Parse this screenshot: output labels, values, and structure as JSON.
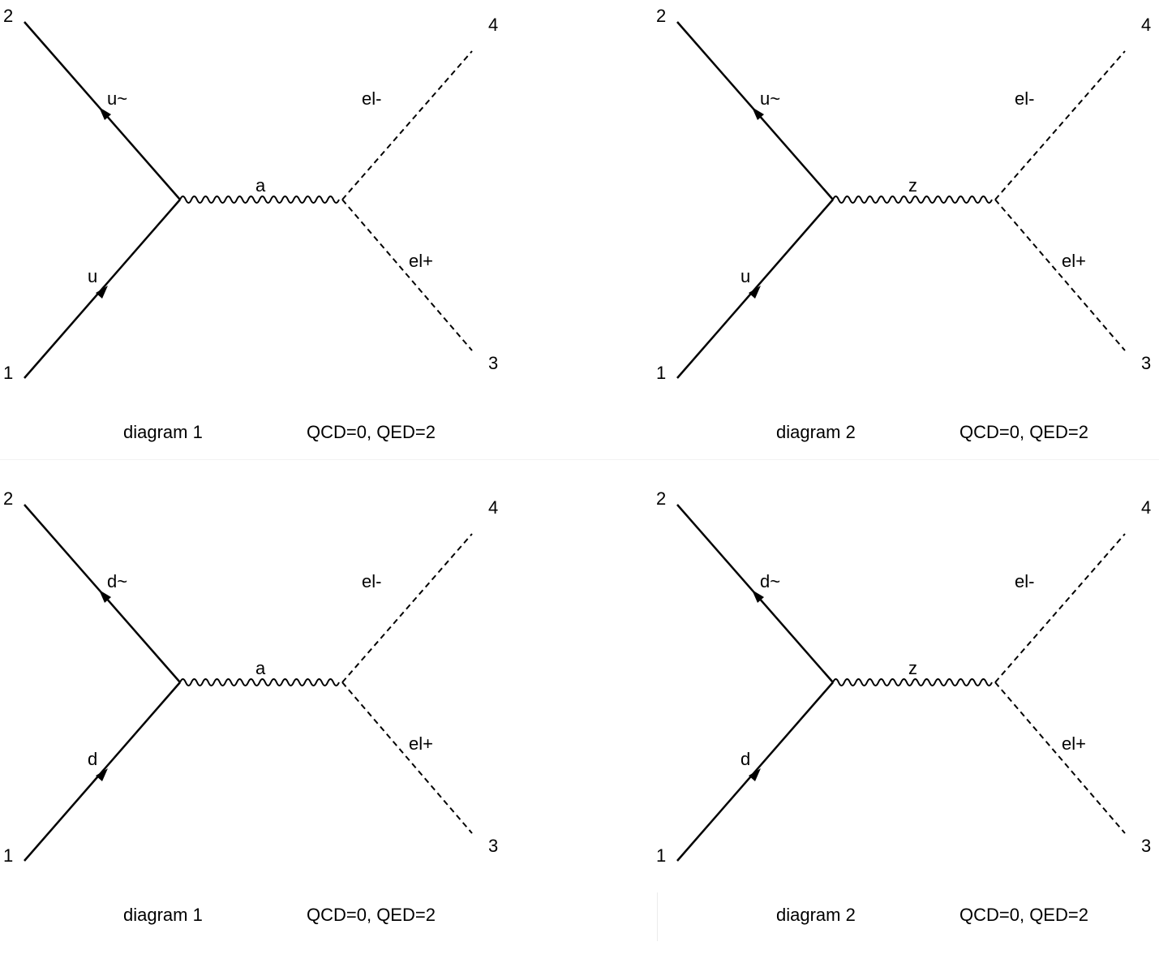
{
  "diagrams": [
    {
      "ext_1": "1",
      "ext_2": "2",
      "ext_3": "3",
      "ext_4": "4",
      "quark_in": "u",
      "antiquark_in": "u~",
      "propagator": "a",
      "lepton_out_minus": "el-",
      "lepton_out_plus": "el+",
      "caption": "diagram 1",
      "orders": "QCD=0, QED=2"
    },
    {
      "ext_1": "1",
      "ext_2": "2",
      "ext_3": "3",
      "ext_4": "4",
      "quark_in": "u",
      "antiquark_in": "u~",
      "propagator": "z",
      "lepton_out_minus": "el-",
      "lepton_out_plus": "el+",
      "caption": "diagram 2",
      "orders": "QCD=0, QED=2"
    },
    {
      "ext_1": "1",
      "ext_2": "2",
      "ext_3": "3",
      "ext_4": "4",
      "quark_in": "d",
      "antiquark_in": "d~",
      "propagator": "a",
      "lepton_out_minus": "el-",
      "lepton_out_plus": "el+",
      "caption": "diagram 1",
      "orders": "QCD=0, QED=2"
    },
    {
      "ext_1": "1",
      "ext_2": "2",
      "ext_3": "3",
      "ext_4": "4",
      "quark_in": "d",
      "antiquark_in": "d~",
      "propagator": "z",
      "lepton_out_minus": "el-",
      "lepton_out_plus": "el+",
      "caption": "diagram 2",
      "orders": "QCD=0, QED=2"
    }
  ]
}
